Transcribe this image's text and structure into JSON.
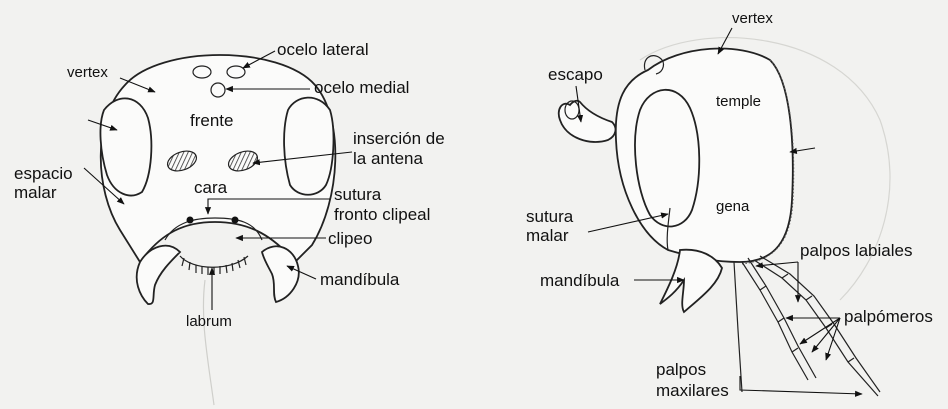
{
  "front_view": {
    "labels": {
      "ocelo_lateral": "ocelo lateral",
      "ocelo_medial": "ocelo medial",
      "vertex": "vertex",
      "frente": "frente",
      "insercion_line1": "inserción de",
      "insercion_line2": "la antena",
      "espacio": "espacio",
      "malar": "malar",
      "cara": "cara",
      "sutura": "sutura",
      "fronto_clipeal": "fronto clipeal",
      "clipeo": "clipeo",
      "mandibula": "mandíbula",
      "labrum": "labrum"
    }
  },
  "side_view": {
    "labels": {
      "vertex": "vertex",
      "escapo": "escapo",
      "temple": "temple",
      "gena": "gena",
      "sutura": "sutura",
      "malar": "malar",
      "mandibula": "mandíbula",
      "palpos_labiales": "palpos labiales",
      "palpomeros": "palpómeros",
      "palpos": "palpos",
      "maxilares": "maxilares"
    }
  },
  "colors": {
    "background": "#f2f2f0",
    "ink": "#111111"
  }
}
